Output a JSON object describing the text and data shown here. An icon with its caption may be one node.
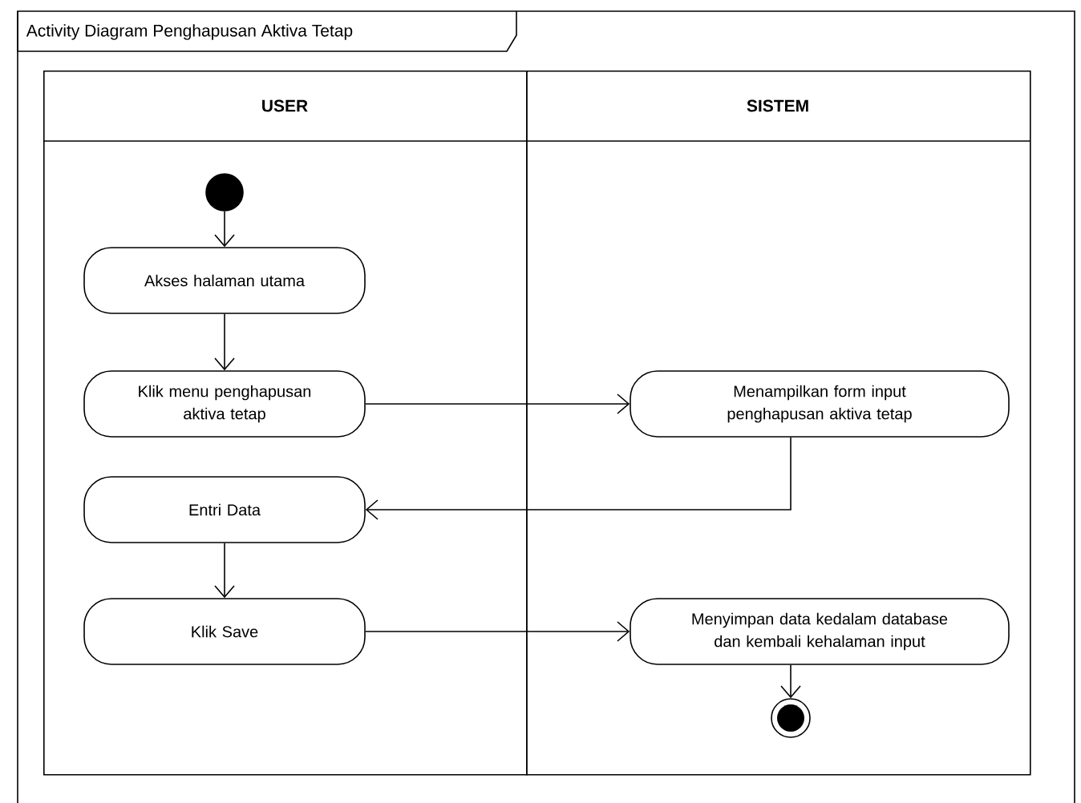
{
  "diagram": {
    "title": "Activity Diagram Penghapusan Aktiva Tetap",
    "nodes": [
      {
        "text": [
          "USER"
        ]
      },
      {
        "text": [
          "SISTEM"
        ]
      },
      {
        "text": [],
        "shape": "circle",
        "in": 0
      },
      {
        "text": [
          "Akses halaman utama"
        ],
        "in": 0
      },
      {
        "text": [
          "Klik menu penghapusan aktiva tetap"
        ],
        "in": 0
      },
      {
        "text": [
          "Menampilkan form input penghapusan aktiva tetap"
        ],
        "in": 1
      },
      {
        "text": [
          "Entri Data"
        ],
        "in": 0
      },
      {
        "text": [
          "Klik Save"
        ],
        "in": 0
      },
      {
        "text": [
          "Menyimpan data kedalam database dan kembali kehalaman input"
        ],
        "in": 1
      },
      {
        "text": [],
        "shape": "circle",
        "in": 1
      }
    ],
    "edges": [
      {
        "from": 2,
        "to": 3,
        "arrow": "to"
      },
      {
        "from": 3,
        "to": 4,
        "arrow": "to"
      },
      {
        "from": 4,
        "to": 5,
        "arrow": "to"
      },
      {
        "from": 5,
        "to": 6,
        "arrow": "to"
      },
      {
        "from": 6,
        "to": 7,
        "arrow": "to"
      },
      {
        "from": 7,
        "to": 8,
        "arrow": "to"
      },
      {
        "from": 8,
        "to": 9,
        "arrow": "to"
      }
    ]
  }
}
